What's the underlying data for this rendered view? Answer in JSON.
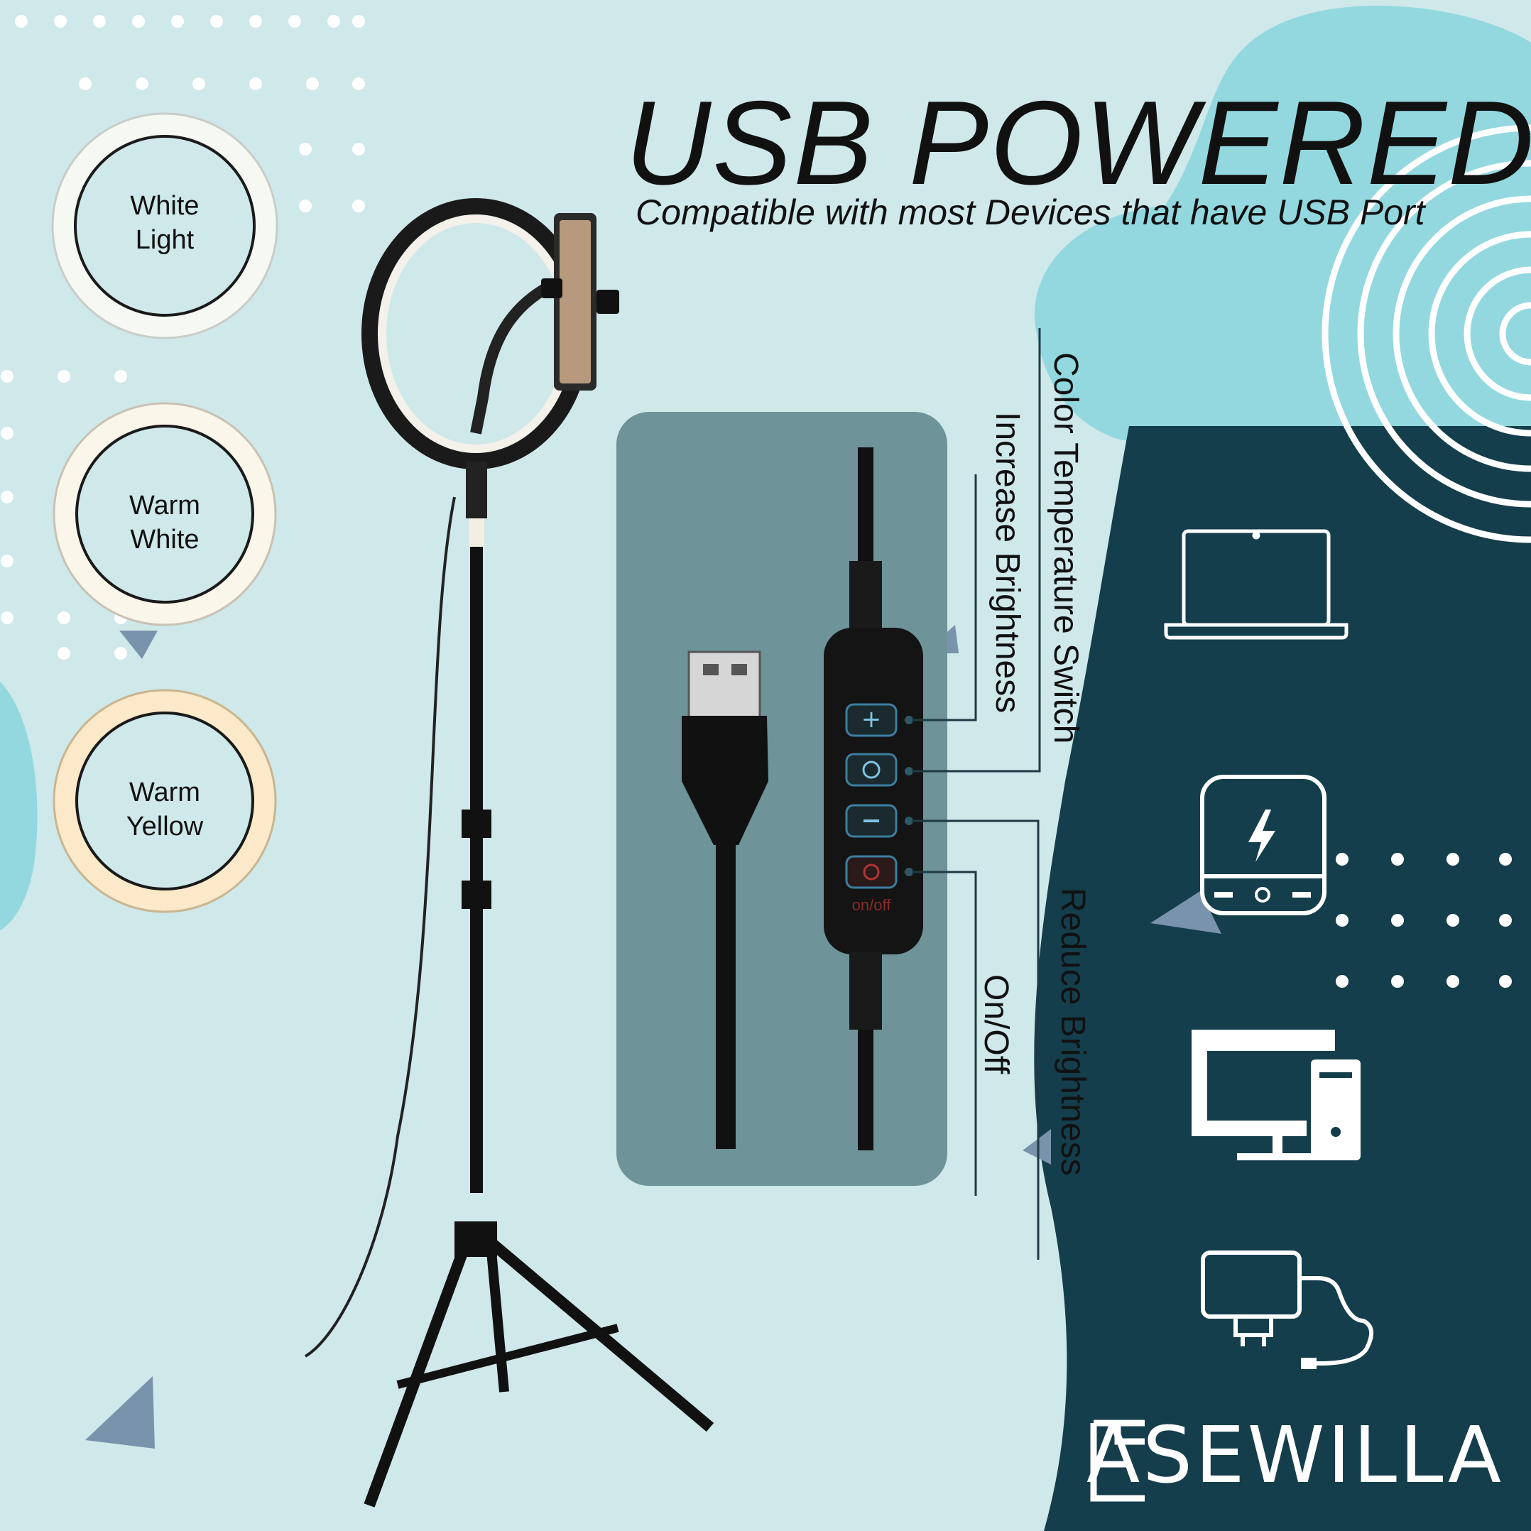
{
  "headline": "USB POWERED",
  "subheadline": "Compatible with most Devices that have USB Port",
  "light_modes": [
    {
      "line1": "White",
      "line2": "Light"
    },
    {
      "line1": "Warm",
      "line2": "White"
    },
    {
      "line1": "Warm",
      "line2": "Yellow"
    }
  ],
  "controller_labels": {
    "color_temperature": "Color Temperature Switch",
    "increase": "Increase Brightness",
    "reduce": "Reduce Brightness",
    "power": "On/Off"
  },
  "button_text": "on/off",
  "brand": "ASEWILLA",
  "device_icons": [
    "laptop-icon",
    "power-bank-icon",
    "desktop-computer-icon",
    "charger-adapter-icon"
  ],
  "colors": {
    "background": "#cfe8ea",
    "dark_panel": "#143e4b",
    "blob": "#93d8df",
    "card": "#6e9399",
    "triangle": "#7a93ad"
  }
}
